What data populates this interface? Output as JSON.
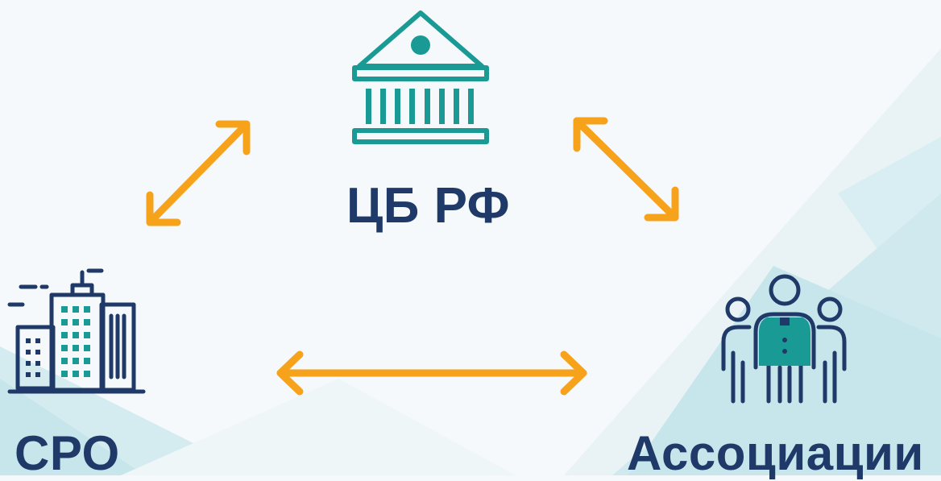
{
  "nodes": {
    "cb": {
      "label": "ЦБ РФ",
      "icon": "bank-building-icon"
    },
    "sro": {
      "label": "СРО",
      "icon": "city-buildings-icon"
    },
    "assoc": {
      "label": "Ассоциации",
      "icon": "people-group-icon"
    }
  },
  "colors": {
    "label": "#1f3a68",
    "arrow": "#f7a21b",
    "teal": "#1a9a94",
    "navy": "#1f3a68",
    "background": "#f6f9fb",
    "background_accent": "#cfe9ee"
  }
}
